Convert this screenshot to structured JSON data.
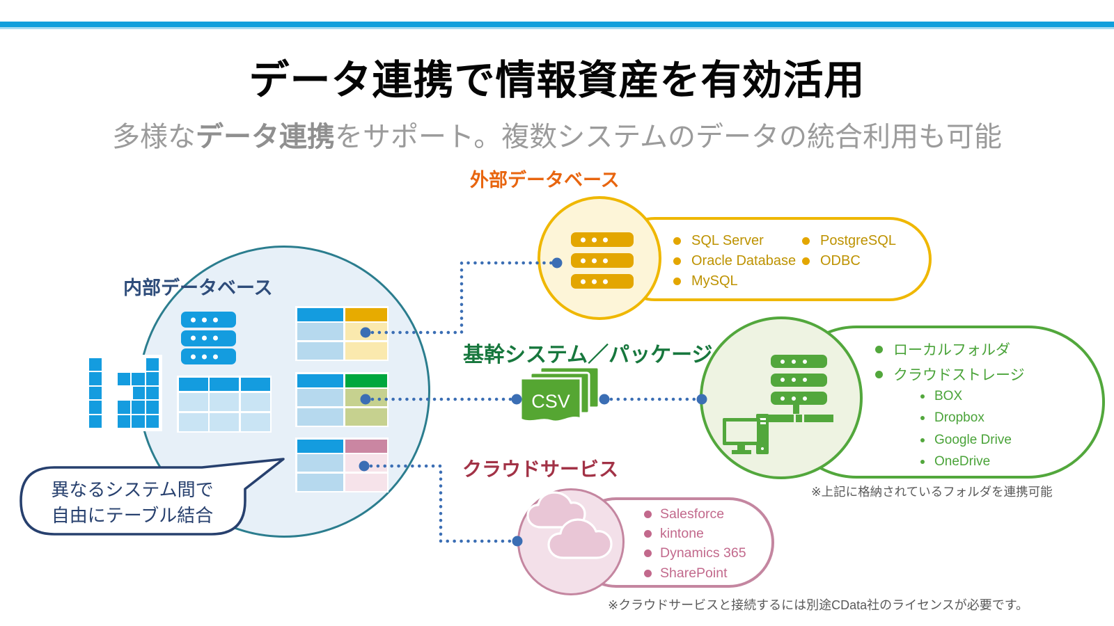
{
  "page": {
    "title": "データ連携で情報資産を有効活用",
    "subtitle_prefix": "多様な",
    "subtitle_bold": "データ連携",
    "subtitle_suffix": "をサポート。複数システムのデータの統合利用も可能"
  },
  "internal_db": {
    "label": "内部データベース",
    "bubble_line1": "異なるシステム間で",
    "bubble_line2": "自由にテーブル結合"
  },
  "external_db": {
    "label": "外部データベース",
    "items_col1": [
      "SQL Server",
      "Oracle Database",
      "MySQL"
    ],
    "items_col2": [
      "PostgreSQL",
      "ODBC"
    ]
  },
  "core_system": {
    "label": "基幹システム／パッケージ",
    "csv_label": "CSV"
  },
  "storage": {
    "items": [
      "ローカルフォルダ",
      "クラウドストレージ"
    ],
    "sub_items": [
      "BOX",
      "Dropbox",
      "Google Drive",
      "OneDrive"
    ],
    "note": "※上記に格納されているフォルダを連携可能"
  },
  "cloud_services": {
    "label": "クラウドサービス",
    "items": [
      "Salesforce",
      "kintone",
      "Dynamics 365",
      "SharePoint"
    ],
    "note": "※クラウドサービスと接続するには別途CData社のライセンスが必要です。"
  },
  "colors": {
    "top_bar": "#119fdc",
    "internal_accent": "#2b7d8e",
    "external_accent": "#efb700",
    "storage_accent": "#52a73c",
    "cloud_accent": "#c486a0",
    "connector_blue": "#3b6eb4",
    "label_internal": "#2e4c7a",
    "label_external": "#e8650f",
    "label_core": "#17773d",
    "label_cloud": "#a23246",
    "table_blue": "#149cdf",
    "csv_green": "#55a632"
  }
}
